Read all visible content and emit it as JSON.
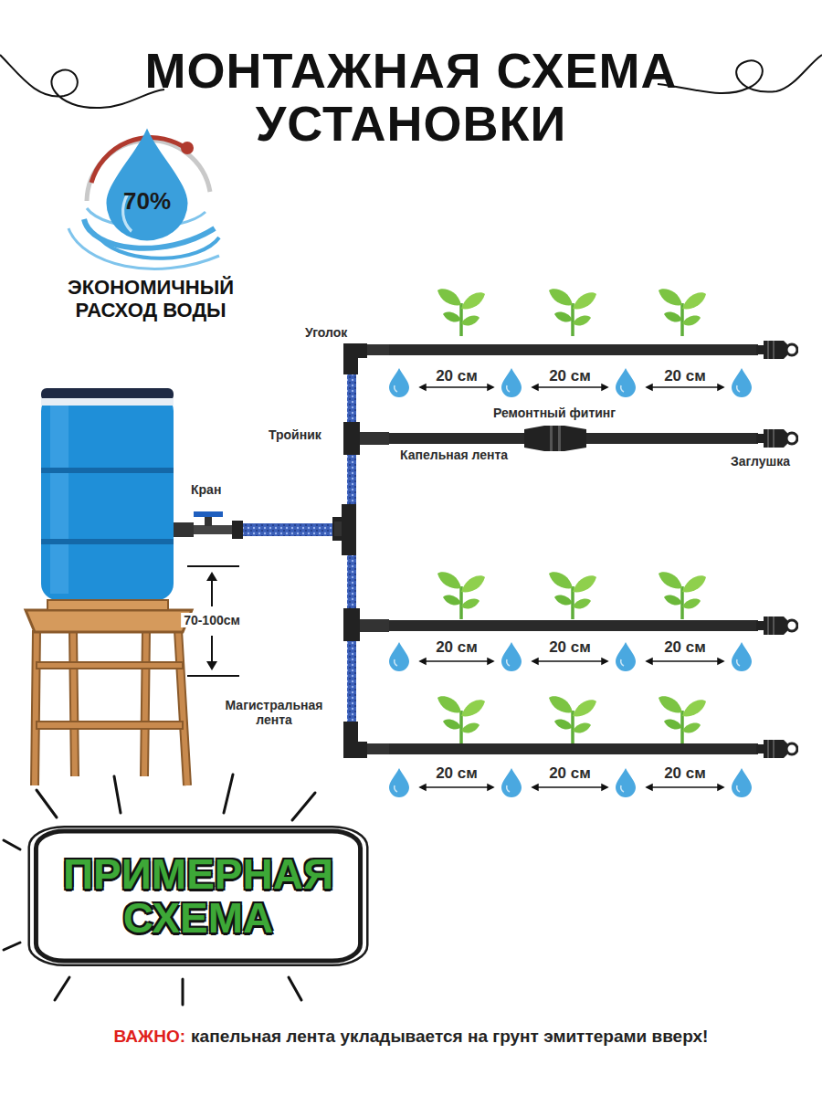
{
  "diagram": {
    "title": "МОНТАЖНАЯ СХЕМА УСТАНОВКИ",
    "nodes": [
      {
        "text": [
          "70%"
        ]
      },
      {
        "text": [
          "ПРИМЕРНАЯ СХЕМА"
        ]
      }
    ],
    "labels": [
      "ЭКОНОМИЧНЫЙ РАСХОД ВОДЫ",
      "Уголок",
      "Тройник",
      "Кран",
      "70-100см",
      "Магистральная лента",
      "Ремонтный фитинг",
      "Капельная лента",
      "Заглушка",
      "20 см",
      "20 см",
      "20 см",
      "20 см",
      "20 см",
      "20 см",
      "20 см",
      "20 см",
      "20 см",
      "ВАЖНО:",
      "капельная лента укладывается на грунт эмиттерами вверх!"
    ]
  }
}
